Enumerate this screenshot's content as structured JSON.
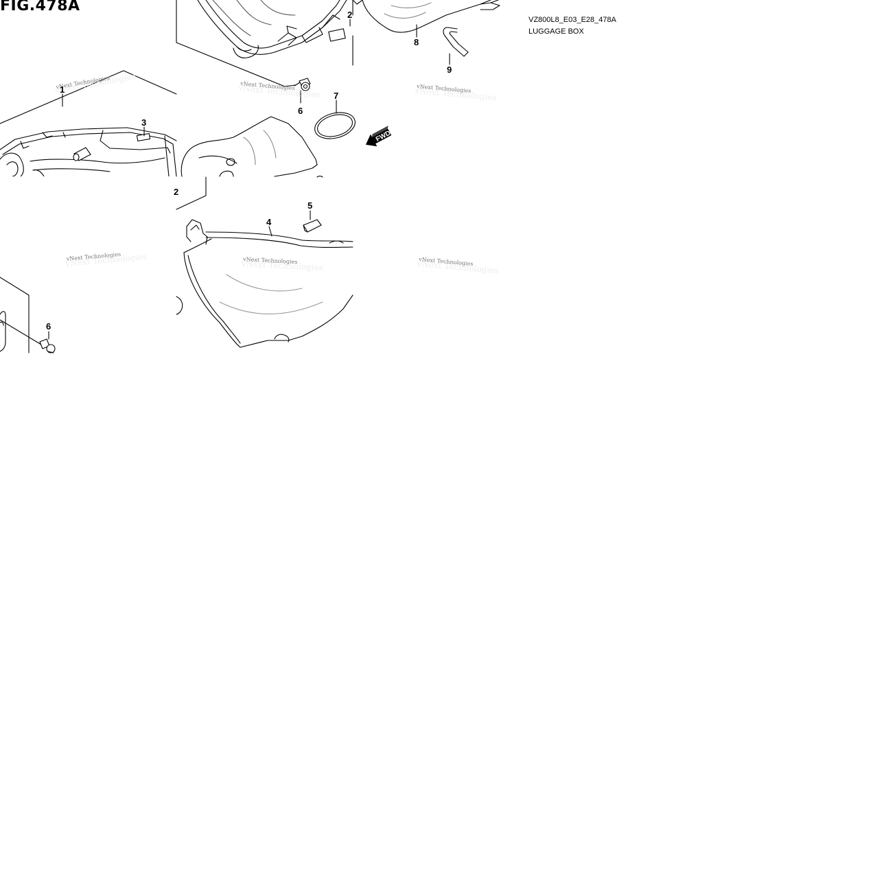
{
  "figure": {
    "title": "FIG.478A",
    "code": "VZ800L8_E03_E28_478A",
    "name": "LUGGAGE BOX"
  },
  "callouts": {
    "c1": "1",
    "c2": "2",
    "c2b": "2",
    "c3": "3",
    "c4": "4",
    "c5": "5",
    "c6a": "6",
    "c6b": "6",
    "c7": "7",
    "c8": "8",
    "c9": "9"
  },
  "watermark": {
    "text": "vNext Technologies"
  },
  "direction_marker": {
    "label": "FWD"
  }
}
